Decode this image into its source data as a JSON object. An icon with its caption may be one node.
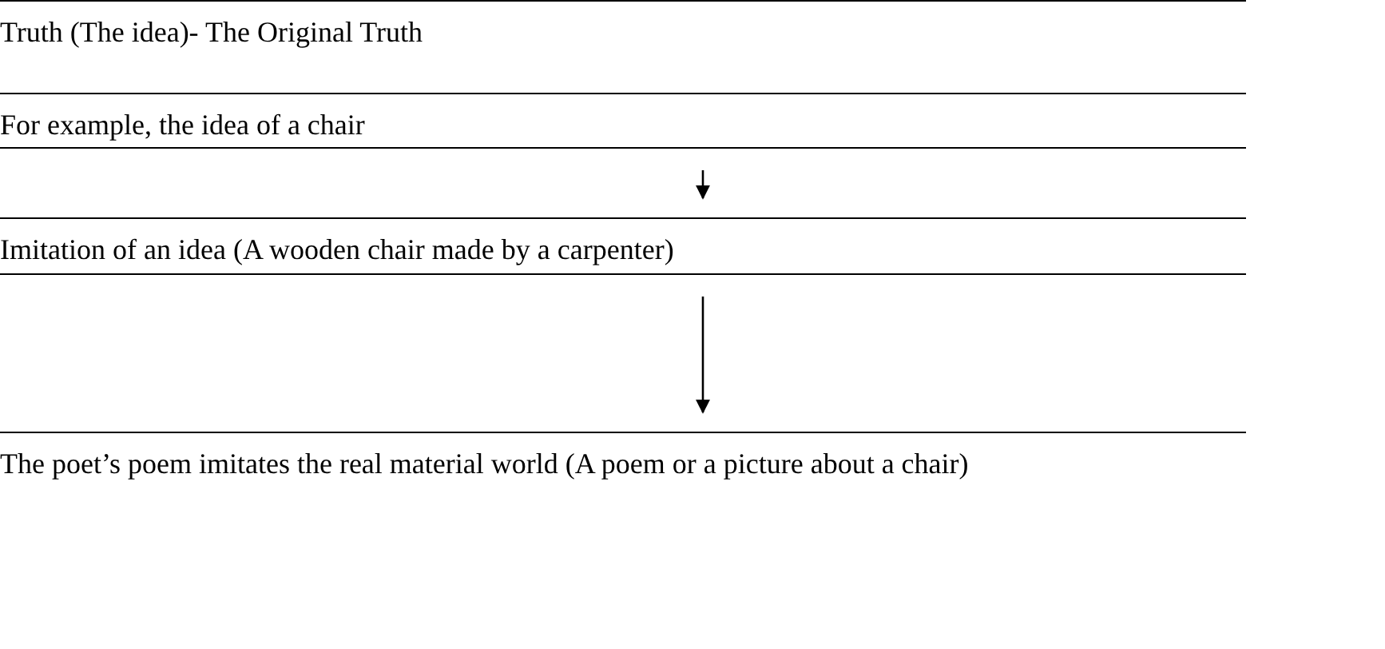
{
  "diagram": {
    "nodes": [
      {
        "text": [
          "Truth (The idea)- The Original Truth"
        ]
      },
      {
        "text": [
          "For example, the idea of a chair"
        ]
      },
      {
        "text": [
          "Imitation of an idea (A wooden chair made by a carpenter)"
        ]
      },
      {
        "text": [
          "The poet’s poem imitates the real material world (A poem or a picture about a chair)"
        ]
      }
    ],
    "edges": [
      {
        "from": 1,
        "to": 2,
        "arrow": "to"
      },
      {
        "from": 2,
        "to": 3,
        "arrow": "to"
      }
    ]
  }
}
